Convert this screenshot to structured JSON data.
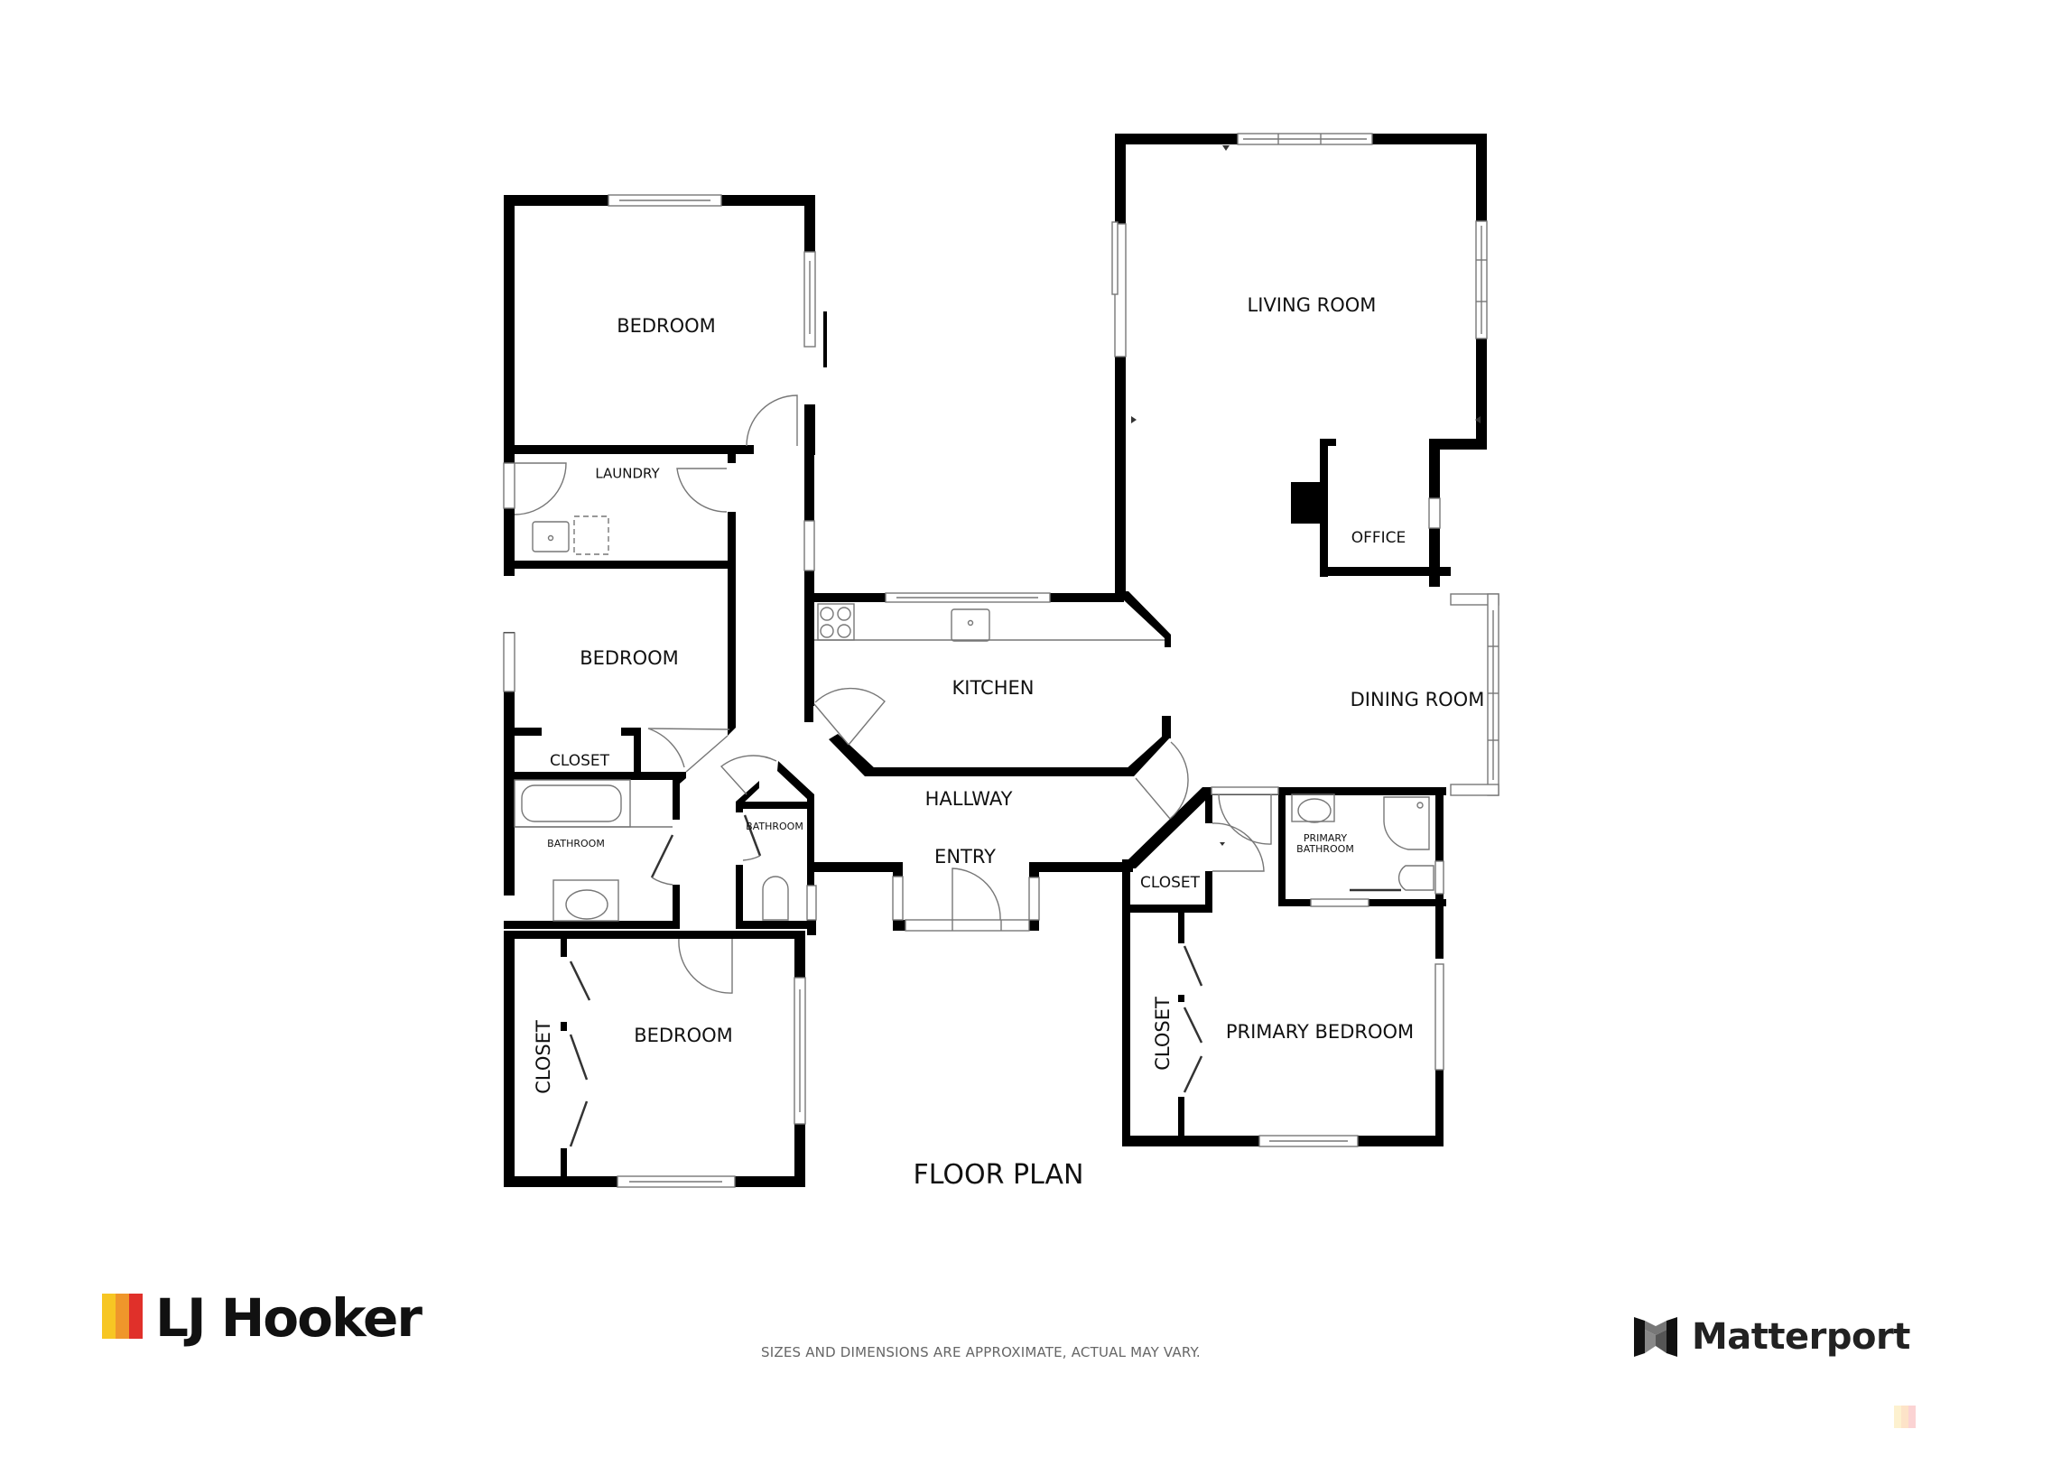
{
  "title": "FLOOR PLAN",
  "rooms": {
    "bedroom_top_left": "BEDROOM",
    "laundry": "LAUNDRY",
    "bedroom_middle_left": "BEDROOM",
    "closet_middle_left": "CLOSET",
    "bathroom_left": "BATHROOM",
    "bathroom_small": "BATHROOM",
    "closet_bottom_left": "CLOSET",
    "bedroom_bottom_left": "BEDROOM",
    "kitchen": "KITCHEN",
    "hallway": "HALLWAY",
    "entry": "ENTRY",
    "living_room": "LIVING ROOM",
    "office": "OFFICE",
    "dining_room": "DINING ROOM",
    "closet_primary_small": "CLOSET",
    "primary_bathroom_line1": "PRIMARY",
    "primary_bathroom_line2": "BATHROOM",
    "closet_primary": "CLOSET",
    "primary_bedroom": "PRIMARY BEDROOM"
  },
  "footer": {
    "disclaimer": "SIZES AND DIMENSIONS ARE APPROXIMATE, ACTUAL MAY VARY.",
    "agency_logo": "LJ Hooker",
    "agency_colors": [
      "#F7C623",
      "#EF962B",
      "#E0302A"
    ],
    "provider_logo": "Matterport"
  },
  "colors": {
    "wall": "#000000",
    "fixture_line": "#777777",
    "background": "#ffffff"
  }
}
